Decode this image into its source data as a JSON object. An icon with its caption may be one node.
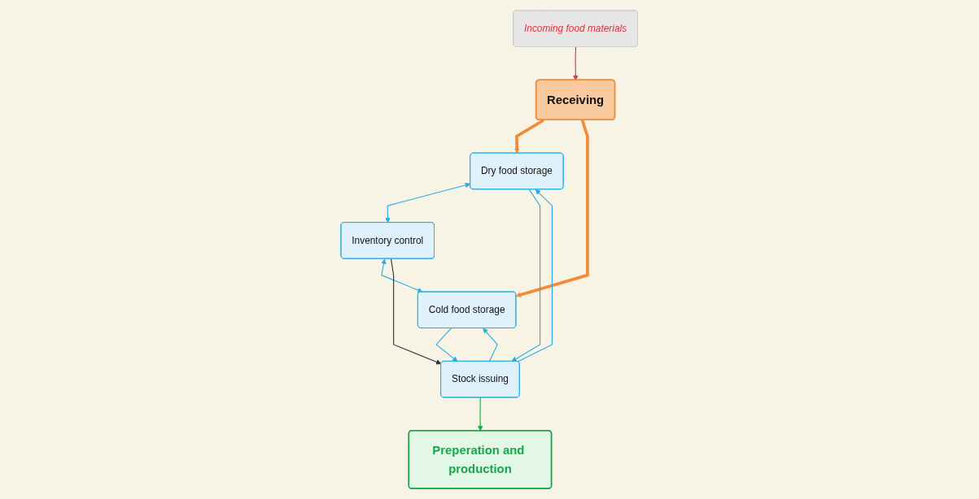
{
  "diagram": {
    "nodes": [
      {
        "text": [
          "Incoming food materials"
        ]
      },
      {
        "text": [
          "Receiving"
        ]
      },
      {
        "text": [
          "Dry food storage"
        ]
      },
      {
        "text": [
          "Inventory control"
        ]
      },
      {
        "text": [
          "Cold food storage"
        ]
      },
      {
        "text": [
          "Stock issuing"
        ]
      },
      {
        "text": [
          "Preperation and production"
        ]
      }
    ],
    "edges": [
      {
        "from": 0,
        "to": 1,
        "arrow": "to",
        "color": "#e0323c"
      },
      {
        "from": 1,
        "to": 2,
        "arrow": "to",
        "style": "thick",
        "color": "#f58a35"
      },
      {
        "from": 1,
        "to": 4,
        "arrow": "to",
        "style": "thick",
        "color": "#f58a35"
      },
      {
        "from": 2,
        "to": 3,
        "arrow": "both"
      },
      {
        "from": 3,
        "to": 4,
        "arrow": "both"
      },
      {
        "from": 3,
        "to": 5,
        "arrow": "to",
        "color": "#333333"
      },
      {
        "from": 5,
        "to": 2,
        "arrow": "to"
      },
      {
        "from": 2,
        "to": 5,
        "arrow": "to"
      },
      {
        "from": 5,
        "to": 4,
        "arrow": "to"
      },
      {
        "from": 4,
        "to": 5,
        "arrow": "to"
      },
      {
        "from": 5,
        "to": 6,
        "arrow": "to",
        "color": "#1aa64a"
      }
    ]
  }
}
